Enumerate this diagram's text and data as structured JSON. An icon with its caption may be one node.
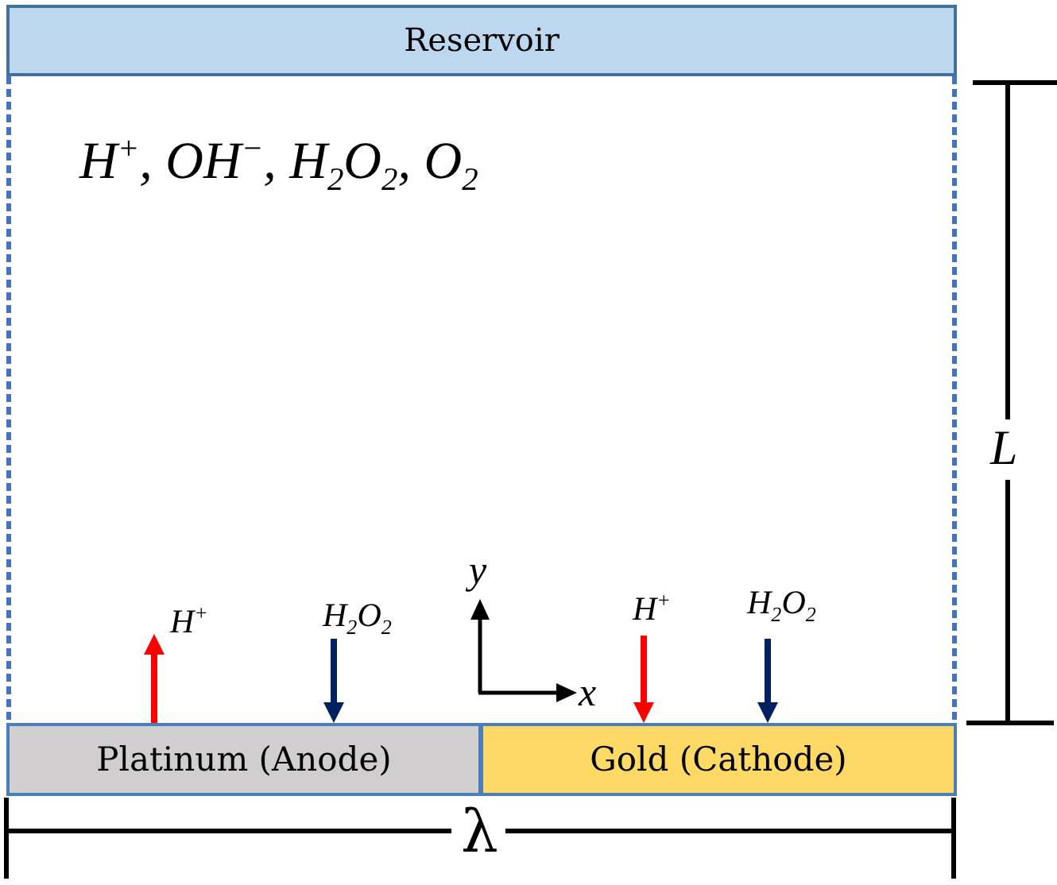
{
  "diagram": {
    "nodes": [
      {
        "text": [
          "Reservoir"
        ]
      },
      {
        "text": [
          "H$^{+}$, OH$^{−}$, H$_{2}$O$_{2}$, O$_{2}$"
        ]
      },
      {
        "text": [
          "Platinum (Anode)"
        ]
      },
      {
        "text": [
          "Gold (Cathode)"
        ]
      }
    ],
    "edges": [
      {
        "from": 2,
        "to": 1,
        "arrow": "to",
        "label": "H$^{+}$",
        "color": "#ff0000"
      },
      {
        "from": 1,
        "to": 2,
        "arrow": "to",
        "label": "H$_{2}$O$_{2}$",
        "color": "#002060"
      },
      {
        "from": 1,
        "to": 3,
        "arrow": "to",
        "label": "H$^{+}$",
        "color": "#ff0000"
      },
      {
        "from": 1,
        "to": 3,
        "arrow": "to",
        "label": "H$_{2}$O$_{2}$",
        "color": "#002060"
      }
    ],
    "labels": [
      "L",
      "y",
      "x",
      "λ"
    ]
  }
}
